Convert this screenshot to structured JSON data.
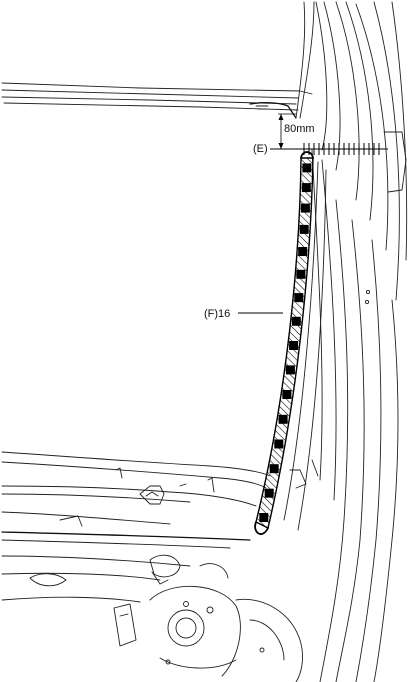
{
  "diagram": {
    "labels": {
      "dimension": "80mm",
      "point_e": "(E)",
      "point_f": "(F)16"
    },
    "spot_welds": {
      "count": 16
    },
    "colors": {
      "line": "#111111",
      "weld": "#000000",
      "background": "#ffffff"
    }
  }
}
